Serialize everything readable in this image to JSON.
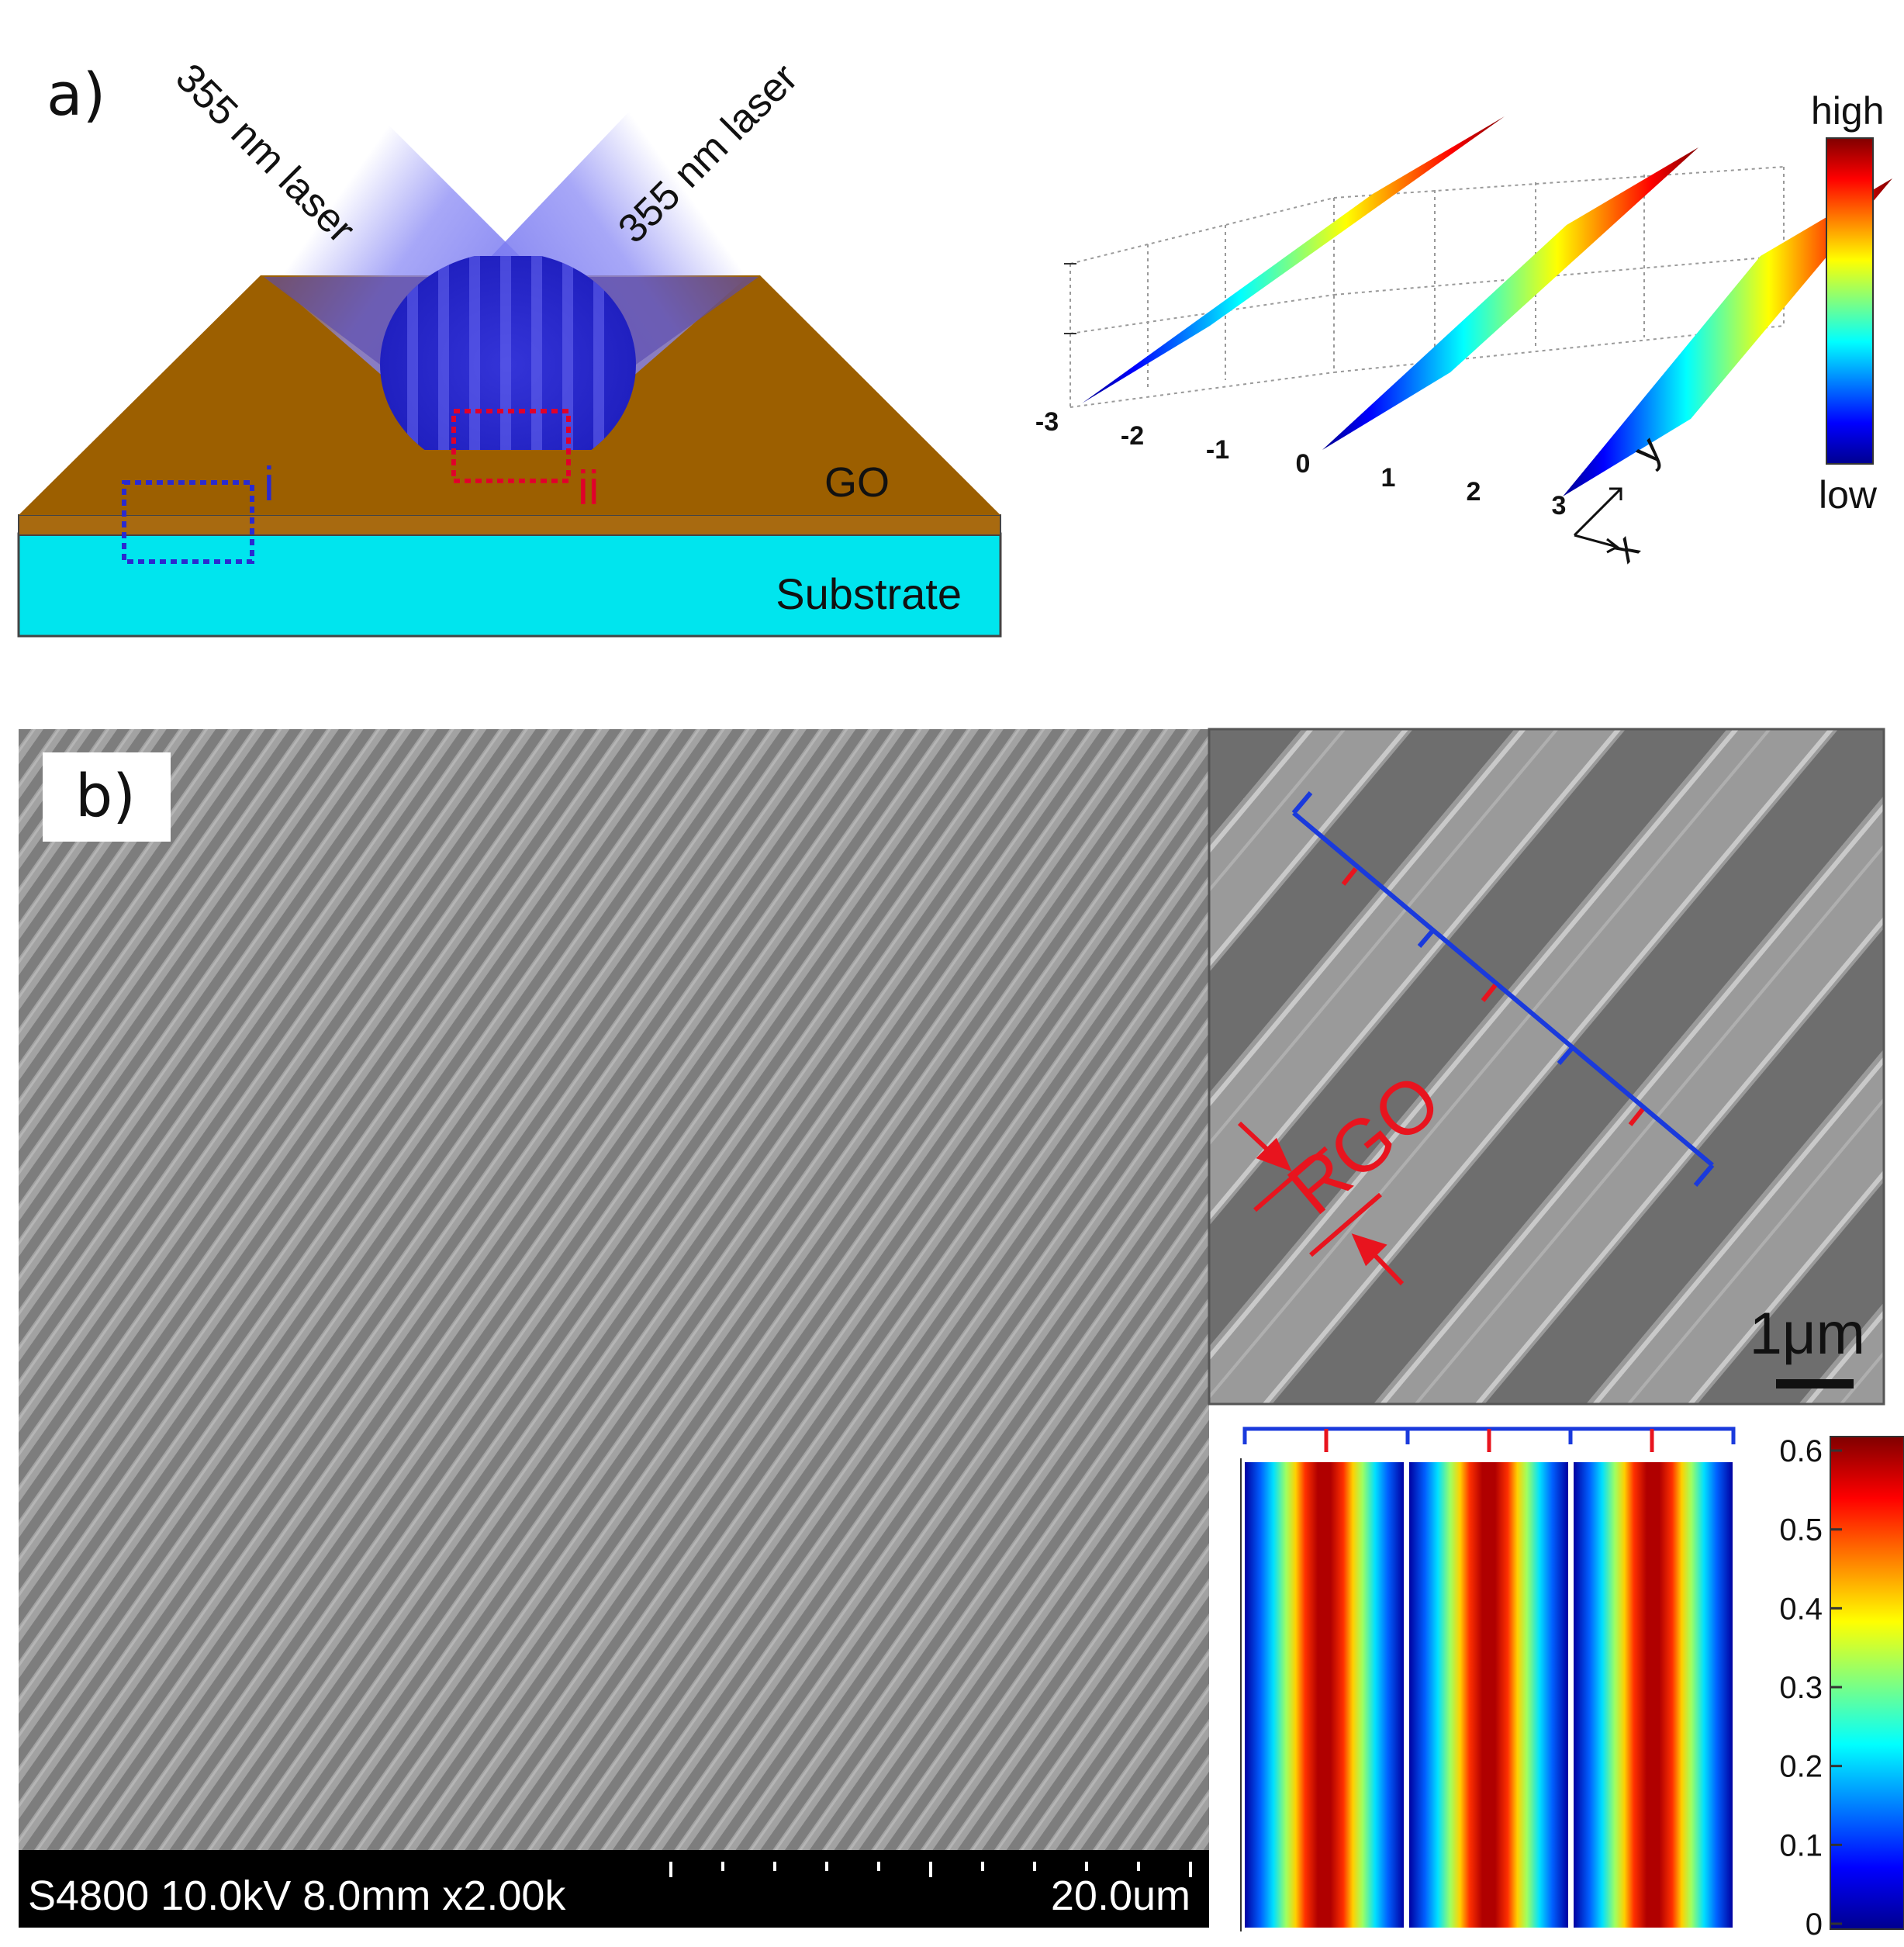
{
  "panel_a": {
    "label": "a)",
    "laser_left": "355 nm laser",
    "laser_right": "355 nm laser",
    "layer_go": "GO",
    "layer_substrate": "Substrate",
    "region_i": "i",
    "region_ii": "ii",
    "plot3d": {
      "x_ticks": [
        "-3",
        "-2",
        "-1",
        "0",
        "1",
        "2",
        "3"
      ],
      "axis_y": "y",
      "axis_x": "x",
      "colorbar_high": "high",
      "colorbar_low": "low"
    }
  },
  "panel_b": {
    "label": "b)",
    "sem_info": "S4800 10.0kV 8.0mm x2.00k",
    "sem_scale": "20.0um",
    "inset_label": "RGO",
    "inset_scale": "1μm",
    "colorbar_ticks": [
      "0.6",
      "0.5",
      "0.4",
      "0.3",
      "0.2",
      "0.1",
      "0"
    ]
  },
  "colors": {
    "laser": "#6f6ff0",
    "go_layer": "#9c5f00",
    "substrate": "#00e5ee",
    "region_i": "#2a2ad0",
    "region_ii": "#e0002a",
    "annotation_blue": "#1a3adc",
    "annotation_red": "#e8141e"
  }
}
